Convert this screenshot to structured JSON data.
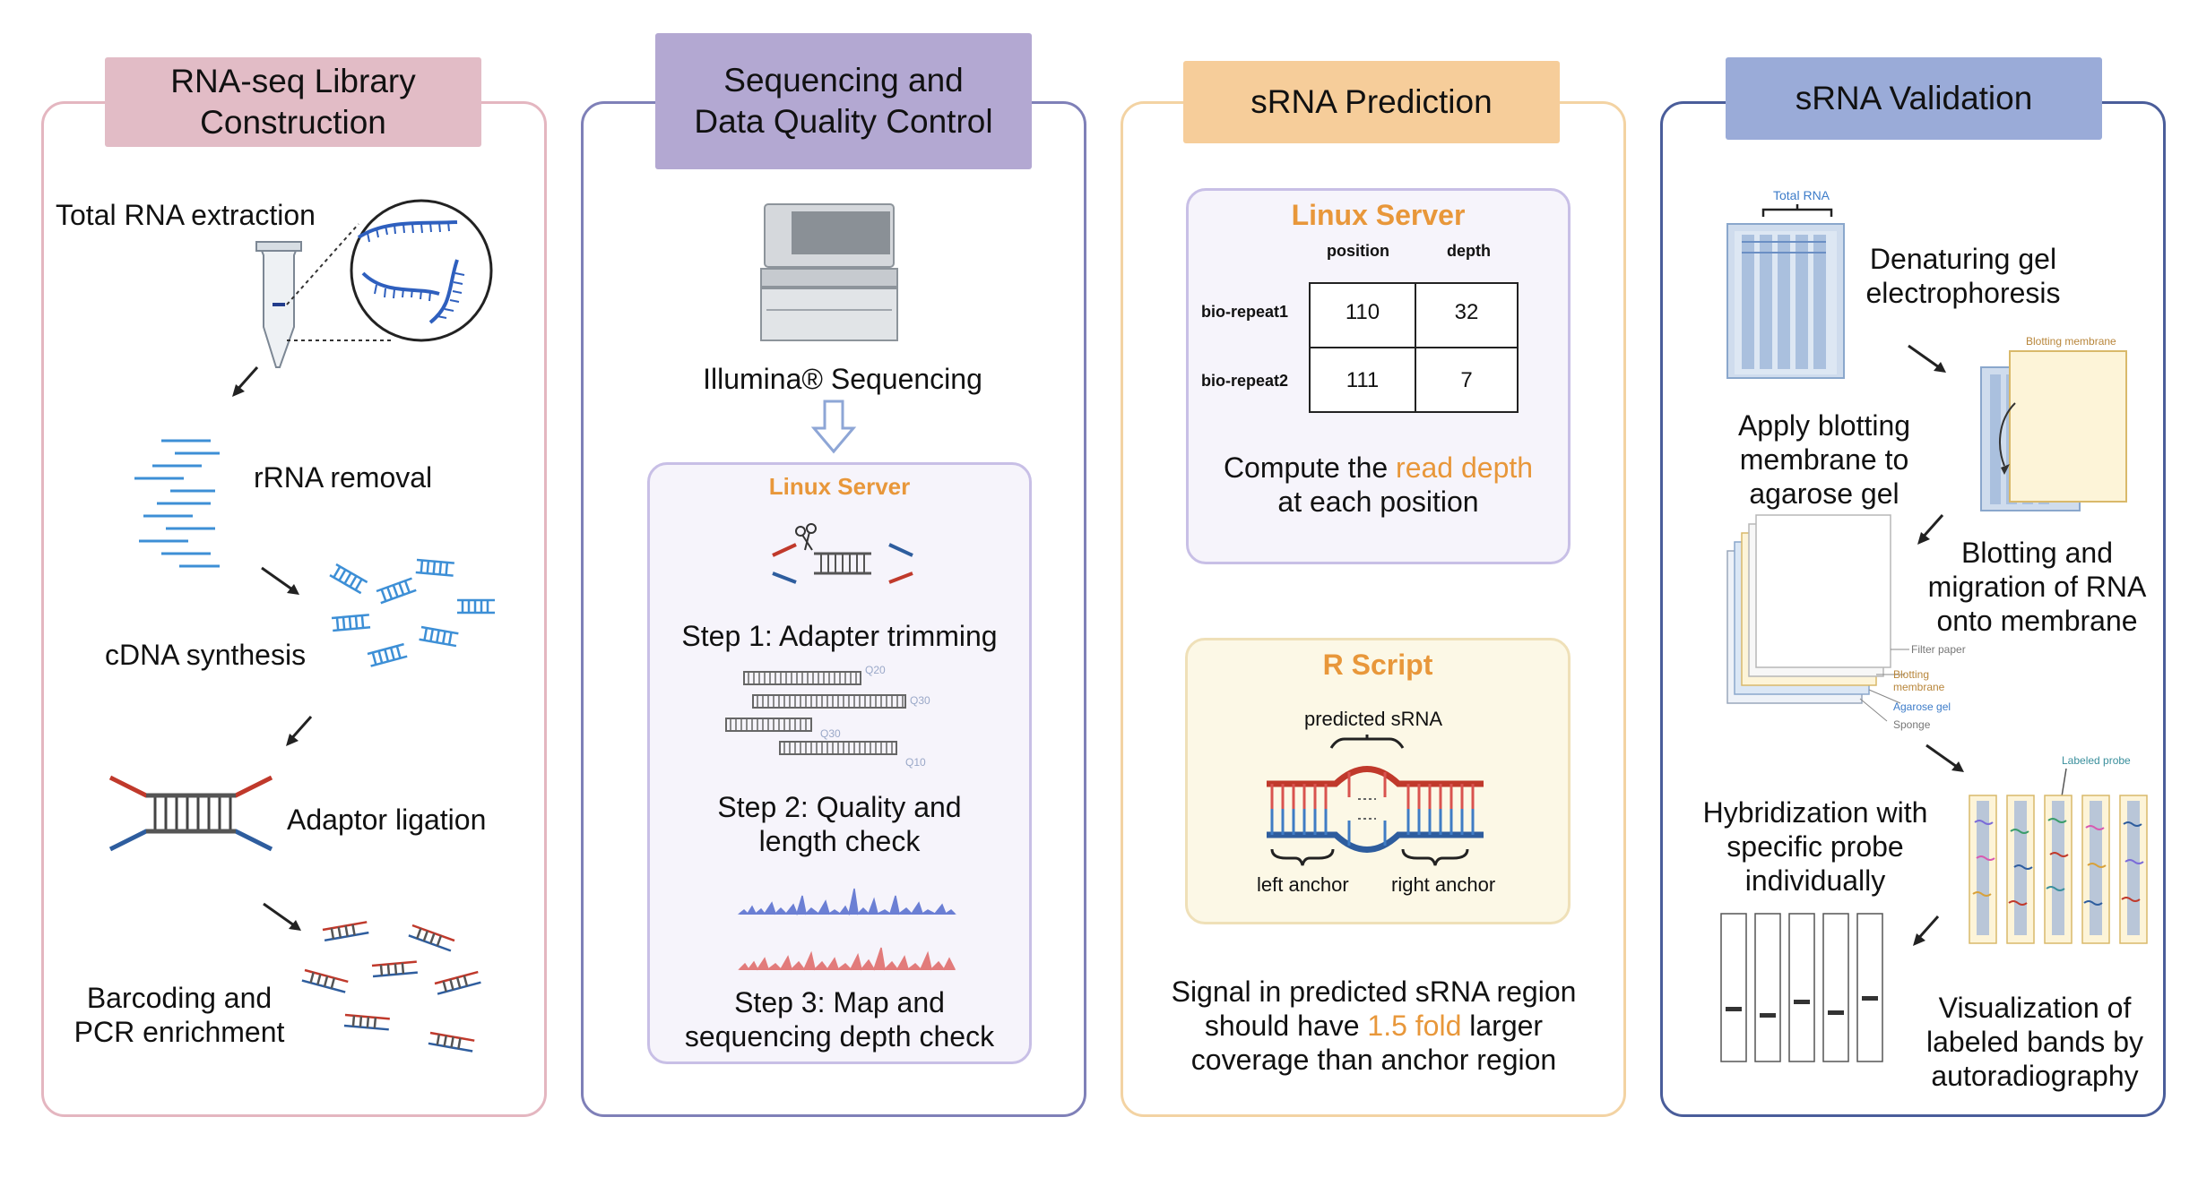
{
  "colors": {
    "panel1": "#e4b6c0",
    "header1": "#e2bcc6",
    "panel2": "#7f80b8",
    "header2": "#b3a8d2",
    "panel3": "#f3d3a3",
    "header3": "#f6cd9a",
    "panel4": "#4a5d9a",
    "header4": "#9aabd8",
    "highlight": "#e8973a",
    "dna_red": "#c0392b",
    "dna_blue": "#2e5d9e"
  },
  "panel1": {
    "title_line1": "RNA-seq Library",
    "title_line2": "Construction",
    "steps": {
      "total_rna": "Total RNA extraction",
      "rrna": "rRNA removal",
      "cdna": "cDNA synthesis",
      "adaptor": "Adaptor ligation",
      "barcoding_line1": "Barcoding and",
      "barcoding_line2": "PCR enrichment"
    }
  },
  "panel2": {
    "title_line1": "Sequencing and",
    "title_line2": "Data Quality Control",
    "illumina": "Illumina® Sequencing",
    "server_title": "Linux Server",
    "step1": "Step 1: Adapter trimming",
    "step2_line1": "Step 2: Quality and",
    "step2_line2": "length check",
    "step3_line1": "Step 3: Map and",
    "step3_line2": "sequencing depth check",
    "quality_tags": [
      "Q20",
      "Q30",
      "Q30",
      "Q10"
    ]
  },
  "panel3": {
    "title": "sRNA Prediction",
    "server_title": "Linux Server",
    "table": {
      "columns": [
        "position",
        "depth"
      ],
      "rows": [
        {
          "label": "bio-repeat1",
          "position": "110",
          "depth": "32"
        },
        {
          "label": "bio-repeat2",
          "position": "111",
          "depth": "7"
        }
      ]
    },
    "compute_pre": "Compute the ",
    "compute_highlight": "read depth",
    "compute_line2": "at each position",
    "rscript_title": "R Script",
    "predicted": "predicted sRNA",
    "left_anchor": "left anchor",
    "right_anchor": "right anchor",
    "signal_line1": "Signal in predicted sRNA region",
    "signal_pre": "should have ",
    "signal_highlight": "1.5 fold",
    "signal_post": " larger",
    "signal_line3": "coverage than anchor region"
  },
  "panel4": {
    "title": "sRNA Validation",
    "total_rna": "Total RNA",
    "gel_line1": "Denaturing gel",
    "gel_line2": "electrophoresis",
    "blot_membrane": "Blotting membrane",
    "apply_line1": "Apply blotting",
    "apply_line2": "membrane to",
    "apply_line3": "agarose gel",
    "migration_line1": "Blotting and",
    "migration_line2": "migration of RNA",
    "migration_line3": "onto membrane",
    "stack_labels": {
      "filter": "Filter paper",
      "blotting_line1": "Blotting",
      "blotting_line2": "membrane",
      "agarose": "Agarose gel",
      "sponge": "Sponge"
    },
    "labeled_probe": "Labeled probe",
    "hyb_line1": "Hybridization with",
    "hyb_line2": "specific probe",
    "hyb_line3": "individually",
    "vis_line1": "Visualization of",
    "vis_line2": "labeled bands by",
    "vis_line3": "autoradiography"
  }
}
